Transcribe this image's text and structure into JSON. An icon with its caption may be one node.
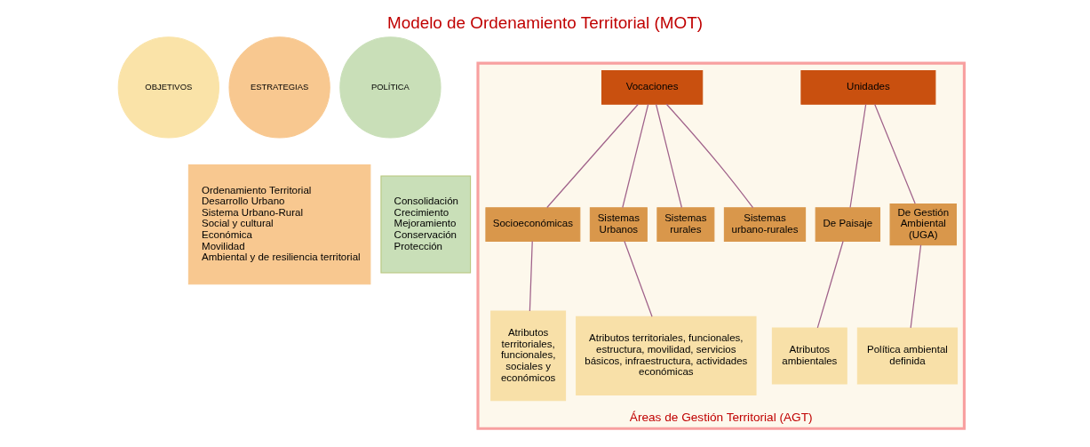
{
  "diagram": {
    "title": "Modelo de Ordenamiento Territorial (MOT)",
    "nodes": [
      {
        "text": [
          "OBJETIVOS"
        ]
      },
      {
        "text": [
          "ESTRATEGIAS"
        ]
      },
      {
        "text": [
          "POLÍTICA"
        ]
      },
      {
        "text": [
          "Ordenamiento Territorial",
          "Desarrollo Urbano",
          "Sistema Urbano-Rural",
          "Social y cultural",
          "Económica",
          "Movilidad",
          "Ambiental y de resiliencia territorial"
        ]
      },
      {
        "text": [
          "Consolidación",
          "Crecimiento",
          "Mejoramiento",
          "Conservación",
          "Protección"
        ]
      },
      {
        "text": [
          "Áreas de Gestión Territorial (AGT)"
        ]
      },
      {
        "text": [
          "Unidades"
        ],
        "in": 5
      },
      {
        "text": [
          "De Paisaje"
        ],
        "in": 5
      },
      {
        "text": [
          "De Gestión Ambiental (UGA)"
        ],
        "in": 5
      },
      {
        "text": [
          "Atributos ambientales"
        ],
        "in": 5
      },
      {
        "text": [
          "Política ambiental definida"
        ],
        "in": 5
      },
      {
        "text": [
          "Vocaciones"
        ],
        "in": 5
      },
      {
        "text": [
          "Socioeconómicas"
        ],
        "in": 5
      },
      {
        "text": [
          "Sistemas Urbanos"
        ],
        "in": 5
      },
      {
        "text": [
          "Sistemas rurales"
        ],
        "in": 5
      },
      {
        "text": [
          "Sistemas urbano-rurales"
        ],
        "in": 5
      },
      {
        "text": [
          "Atributos territoriales, funcionales, sociales y económicos"
        ],
        "in": 5
      },
      {
        "text": [
          "Atributos territoriales, funcionales, estructura, movilidad, servicios básicos, infraestructura, actividades económicas"
        ],
        "in": 5
      }
    ],
    "edges": [
      {
        "from": 6,
        "to": 7,
        "arrow": "none"
      },
      {
        "from": 6,
        "to": 8,
        "arrow": "none"
      },
      {
        "from": 7,
        "to": 9,
        "arrow": "none"
      },
      {
        "from": 8,
        "to": 10,
        "arrow": "none"
      },
      {
        "from": 11,
        "to": 12,
        "arrow": "none"
      },
      {
        "from": 11,
        "to": 13,
        "arrow": "none"
      },
      {
        "from": 11,
        "to": 14,
        "arrow": "none"
      },
      {
        "from": 11,
        "to": 15,
        "arrow": "none"
      },
      {
        "from": 12,
        "to": 16,
        "arrow": "none"
      },
      {
        "from": 13,
        "to": 17,
        "arrow": "none"
      }
    ]
  }
}
